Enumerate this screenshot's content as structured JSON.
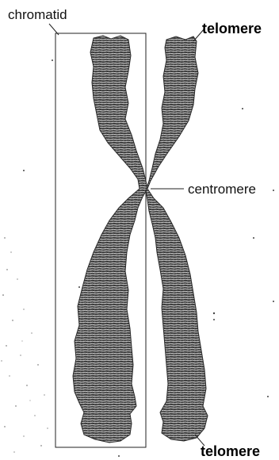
{
  "labels": {
    "chromatid": "chromatid",
    "telomere_top": "telomere",
    "centromere": "centromere",
    "telomere_bottom": "telomere"
  },
  "colors": {
    "chromosome_fill": "#3a3a3a",
    "chromosome_texture": "#d8d8d8",
    "outline": "#222222",
    "text": "#111111",
    "background": "#ffffff"
  }
}
